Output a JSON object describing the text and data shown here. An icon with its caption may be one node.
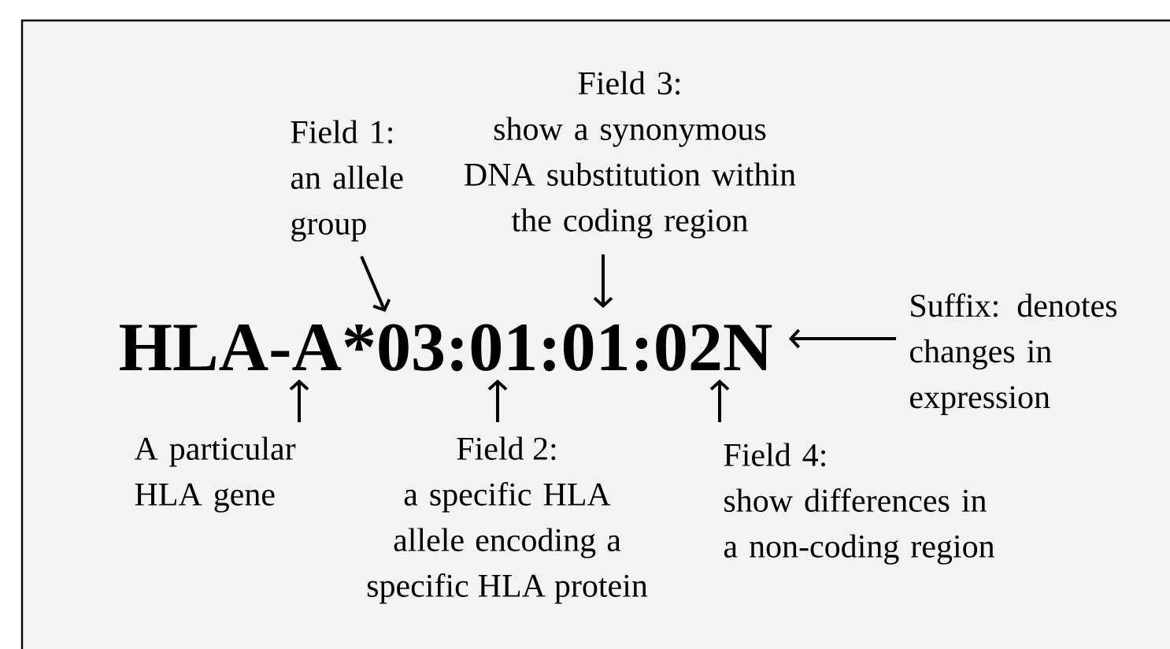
{
  "diagram": {
    "nodes": [
      {
        "text": [
          "Field 3:",
          "show a synonymous DNA substitution within the coding region"
        ]
      },
      {
        "text": [
          "Field 1:",
          "an allele group"
        ]
      },
      {
        "text": [
          "HLA-A*03:01:01:02N"
        ]
      },
      {
        "text": [
          "Suffix: denotes changes in expression"
        ]
      },
      {
        "text": [
          "A particular HLA gene"
        ]
      },
      {
        "text": [
          "Field 2:",
          "a specific HLA allele encoding a specific HLA protein"
        ]
      },
      {
        "text": [
          "Field 4:",
          "show differences in a non-coding region"
        ]
      }
    ],
    "edges": [
      {
        "from": 1,
        "to": 2,
        "arrow": "to"
      },
      {
        "from": 0,
        "to": 2,
        "arrow": "to"
      },
      {
        "from": 3,
        "to": 2,
        "arrow": "to"
      },
      {
        "from": 4,
        "to": 2,
        "arrow": "to"
      },
      {
        "from": 5,
        "to": 2,
        "arrow": "to"
      },
      {
        "from": 6,
        "to": 2,
        "arrow": "to"
      }
    ]
  }
}
